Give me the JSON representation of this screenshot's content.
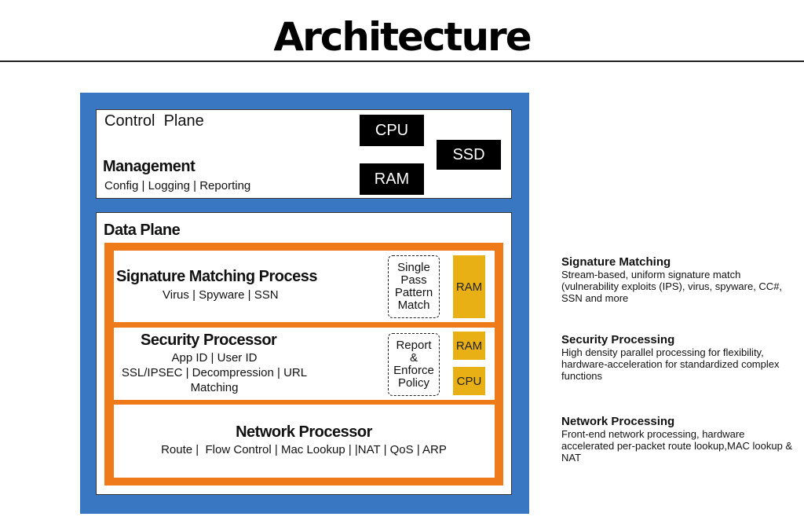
{
  "title": "Architecture",
  "control_plane": {
    "label": "Control  Plane",
    "management_title": "Management",
    "management_sub": "Config | Logging | Reporting",
    "cpu": "CPU",
    "ram": "RAM",
    "ssd": "SSD"
  },
  "data_plane": {
    "label": "Data Plane",
    "signature": {
      "title": "Signature Matching Process",
      "sub": "Virus | Spyware | SSN",
      "engine": "Single\nPass\nPattern\nMatch",
      "ram": "RAM"
    },
    "security": {
      "title": "Security Processor",
      "sub": "App ID | User ID\nSSL/IPSEC | Decompression | URL Matching",
      "engine": "Report\n&\nEnforce\nPolicy",
      "ram": "RAM",
      "cpu": "CPU"
    },
    "network": {
      "title": "Network Processor",
      "sub": "Route |  Flow Control | Mac Lookup | |NAT | QoS | ARP"
    }
  },
  "descriptions": [
    {
      "title": "Signature Matching",
      "text": "Stream-based, uniform signature match (vulnerability exploits (IPS), virus, spyware, CC#, SSN and more"
    },
    {
      "title": "Security Processing",
      "text": "High density parallel processing for flexibility, hardware-acceleration for standardized complex functions"
    },
    {
      "title": "Network Processing",
      "text": "Front-end network processing, hardware accelerated per-packet route lookup,MAC lookup & NAT"
    }
  ],
  "colors": {
    "outer": "#3a77c2",
    "data_path": "#ef7a1a",
    "memory": "#e8b015",
    "hardware": "#000000"
  }
}
